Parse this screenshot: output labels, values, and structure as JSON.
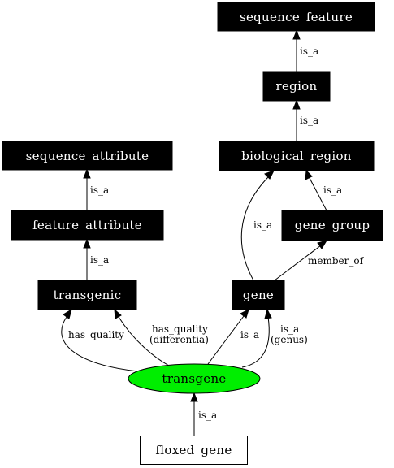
{
  "nodes": {
    "sequence_feature": "sequence_feature",
    "region": "region",
    "sequence_attribute": "sequence_attribute",
    "biological_region": "biological_region",
    "feature_attribute": "feature_attribute",
    "gene_group": "gene_group",
    "transgenic": "transgenic",
    "gene": "gene",
    "transgene": "transgene",
    "floxed_gene": "floxed_gene"
  },
  "edges": {
    "region_to_sequence_feature": "is_a",
    "biological_region_to_region": "is_a",
    "feature_attribute_to_sequence_attribute": "is_a",
    "gene_group_to_biological_region": "is_a",
    "gene_to_biological_region": "is_a",
    "transgenic_to_feature_attribute": "is_a",
    "gene_to_gene_group": "member_of",
    "transgene_to_transgenic_has_quality": "has_quality",
    "transgene_to_transgenic_differentia_line1": "has_quality",
    "transgene_to_transgenic_differentia_line2": "(differentia)",
    "transgene_to_gene_is_a": "is_a",
    "transgene_to_gene_genus_line1": "is_a",
    "transgene_to_gene_genus_line2": "(genus)",
    "floxed_gene_to_transgene": "is_a"
  },
  "colors": {
    "node_fill": "#000000",
    "node_text": "#ffffff",
    "focus_fill": "#00ee00",
    "plain_fill": "#ffffff"
  }
}
